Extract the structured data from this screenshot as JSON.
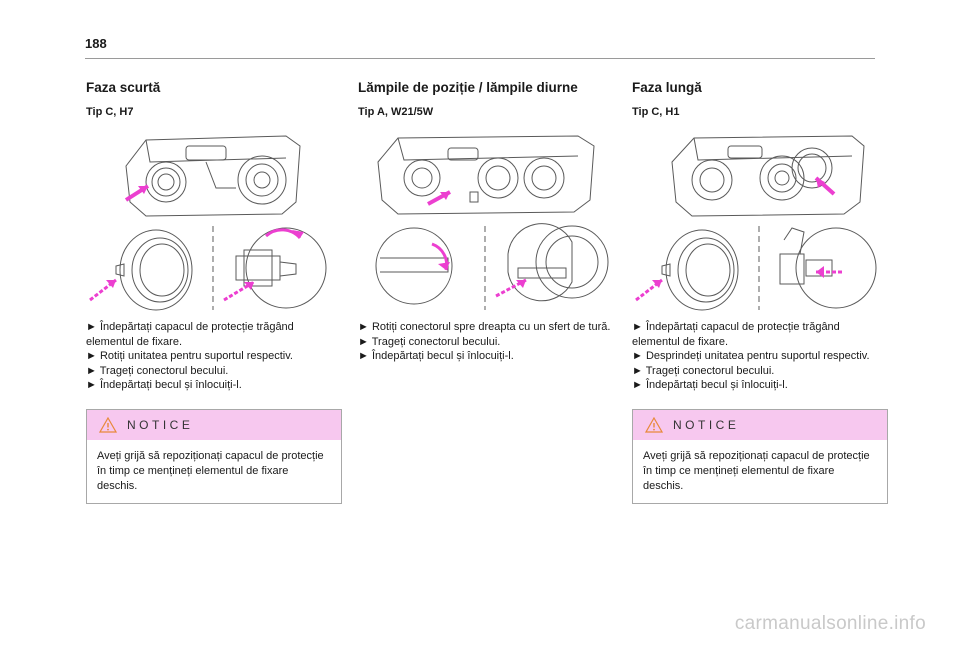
{
  "page_number": "188",
  "columns": [
    {
      "title": "Faza scurtă",
      "subtitle": "Tip C, H7",
      "figure_icon": "low-beam-bulb-removal-illustration",
      "steps": [
        "►  Îndepărtați capacul de protecție trăgând elementul de fixare.",
        "►   Rotiți unitatea pentru suportul respectiv.",
        "►  Trageți conectorul becului.",
        "►  Îndepărtați becul și înlocuiți-l."
      ],
      "notice": {
        "title": "NOTICE",
        "icon": "warning-triangle-icon",
        "text": "Aveți grijă să repoziționați capacul de protecție în timp ce mențineți elementul de fixare deschis."
      }
    },
    {
      "title": "Lămpile de poziție / lămpile diurne",
      "subtitle": "Tip A, W21/5W",
      "figure_icon": "position-lamp-bulb-removal-illustration",
      "steps": [
        "►  Rotiți conectorul spre dreapta cu un sfert de tură.",
        "►  Trageți conectorul becului.",
        "►  Îndepărtați becul și înlocuiți-l."
      ]
    },
    {
      "title": "Faza lungă",
      "subtitle": "Tip C, H1",
      "figure_icon": "high-beam-bulb-removal-illustration",
      "steps": [
        "►  Îndepărtați capacul de protecție trăgând elementul de fixare.",
        "►  Desprindeți unitatea pentru suportul respectiv.",
        "►  Trageți conectorul becului.",
        "►  Îndepărtați becul și înlocuiți-l."
      ],
      "notice": {
        "title": "NOTICE",
        "icon": "warning-triangle-icon",
        "text": "Aveți grijă să repoziționați capacul de protecție în timp ce mențineți elementul de fixare deschis."
      }
    }
  ],
  "watermark": "carmanualsonline.info",
  "colors": {
    "accent_magenta": "#ec3fd0",
    "notice_header_bg": "#f7c8ef",
    "warning_orange": "#e8893a",
    "line_art": "#5a5a5a"
  }
}
